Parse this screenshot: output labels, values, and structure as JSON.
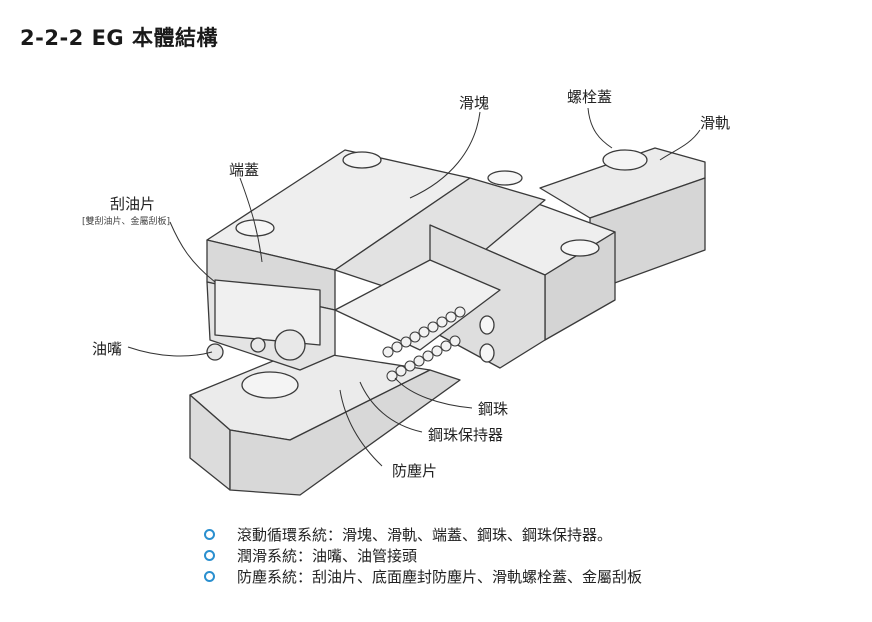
{
  "title": "2-2-2 EG 本體結構",
  "labels": {
    "slider": "滑塊",
    "bolt_cap": "螺栓蓋",
    "rail": "滑軌",
    "end_cap": "端蓋",
    "scraper": "刮油片",
    "scraper_note": "[雙刮油片、金屬刮板]",
    "grease_nipple": "油嘴",
    "steel_ball": "鋼珠",
    "ball_retainer": "鋼珠保持器",
    "dust_seal": "防塵片"
  },
  "bullets": [
    "滾動循環系統：滑塊、滑軌、端蓋、鋼珠、鋼珠保持器。",
    "潤滑系統：油嘴、油管接頭",
    "防塵系統：刮油片、底面塵封防塵片、滑軌螺栓蓋、金屬刮板"
  ],
  "colors": {
    "bullet": "#2a8fcf",
    "body_fill": "#e8e8e8",
    "outline": "#3a3a3a"
  }
}
